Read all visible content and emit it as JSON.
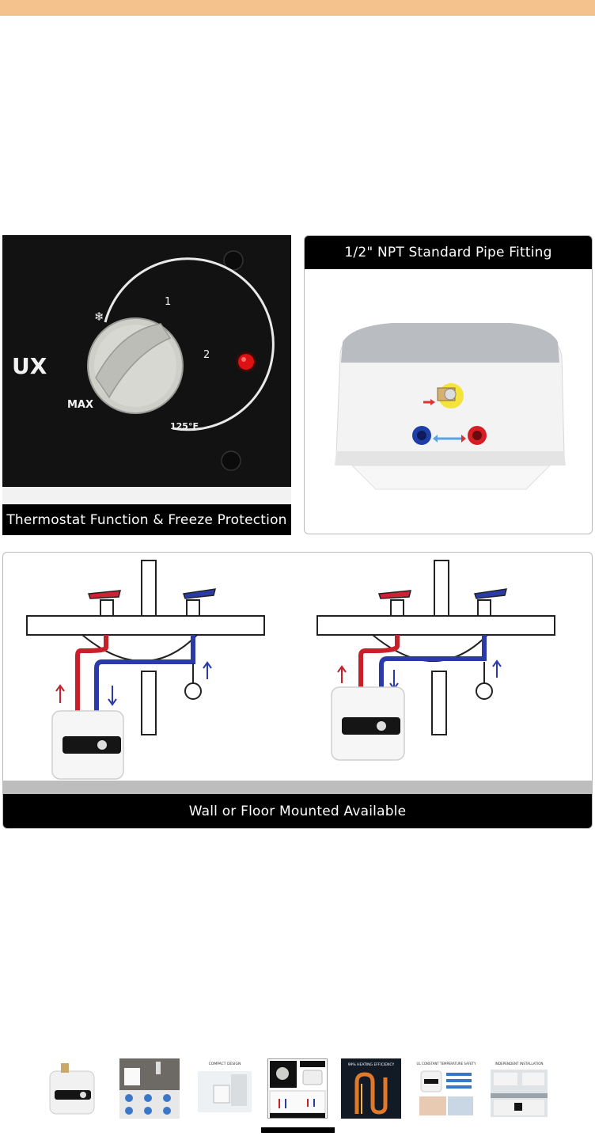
{
  "gallery": {
    "thermostat_panel": {
      "caption": "Thermostat Function & Freeze Protection",
      "brand_fragment": "UX",
      "dial_labels": {
        "one": "1",
        "two": "2",
        "max": "MAX",
        "temp": "125°F",
        "snow": "❄"
      }
    },
    "pipe_panel": {
      "caption": "1/2\" NPT Standard Pipe Fitting"
    },
    "mount_panel": {
      "caption": "Wall or Floor Mounted Available"
    },
    "thumbnails": [
      {
        "label": ""
      },
      {
        "label": ""
      },
      {
        "label": "COMPACT DESIGN"
      },
      {
        "label": ""
      },
      {
        "label": "99% HEATING EFFICIENCY"
      },
      {
        "label": "UL CONSTANT TEMPERATURE SAFETY"
      },
      {
        "label": "INDEPENDENT INSTALLATION"
      }
    ],
    "selected_thumbnail_index": 3
  },
  "colors": {
    "hot": "#c8202a",
    "cold": "#2a3aa8",
    "accent_bar": "#f4c38d"
  }
}
